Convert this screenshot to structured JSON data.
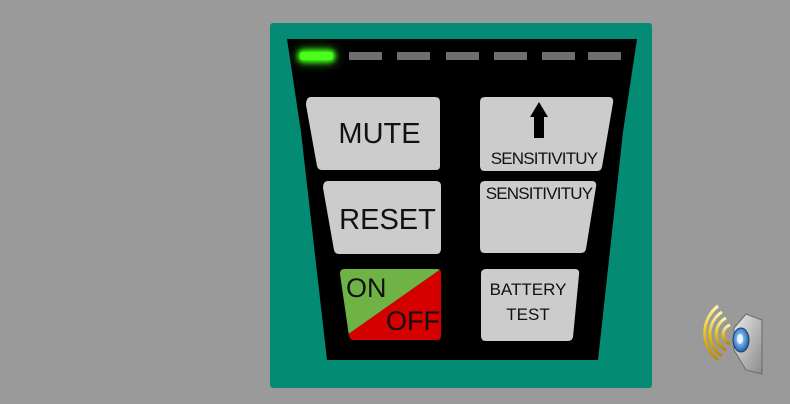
{
  "leds": [
    {
      "name": "led-1",
      "state": "on"
    },
    {
      "name": "led-2",
      "state": "off"
    },
    {
      "name": "led-3",
      "state": "off"
    },
    {
      "name": "led-4",
      "state": "off"
    },
    {
      "name": "led-5",
      "state": "off"
    },
    {
      "name": "led-6",
      "state": "off"
    },
    {
      "name": "led-7",
      "state": "off"
    }
  ],
  "buttons": {
    "mute": "MUTE",
    "reset": "RESET",
    "on": "ON",
    "off": "OFF",
    "sensitivity_up": "SENSITIVITUY",
    "sensitivity_down": "SENSITIVITUY",
    "battery_line1": "BATTERY",
    "battery_line2": "TEST"
  },
  "icons": {
    "sensitivity_up": "arrow-up-icon",
    "sound": "speaker-icon"
  },
  "colors": {
    "background": "#9a9a9a",
    "device": "#038b73",
    "panel": "#000000",
    "button": "#cccccc",
    "led_on": "#4cff1a",
    "led_off": "#6f6f6f",
    "on_green": "#6fb347",
    "off_red": "#d40000"
  }
}
